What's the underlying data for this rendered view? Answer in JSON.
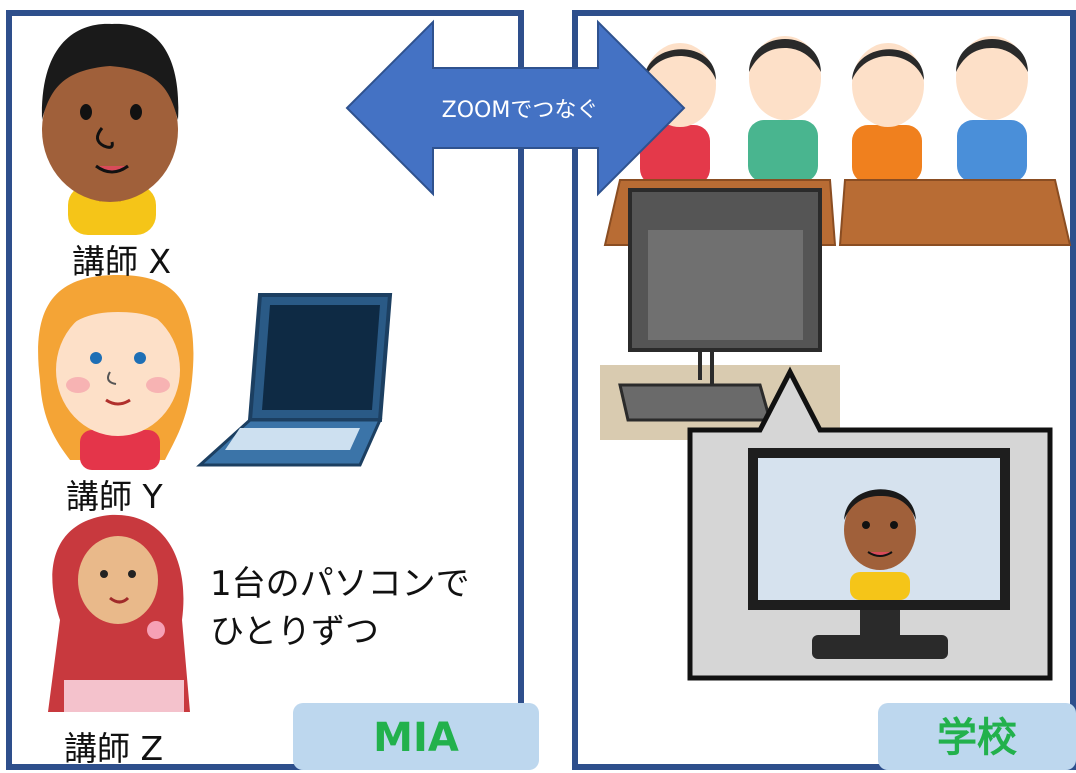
{
  "arrow_label": "ZOOMでつなぐ",
  "left_panel": {
    "tag": "MIA",
    "instructors": [
      "講師 X",
      "講師 Y",
      "講師 Z"
    ],
    "note_line1": "1台のパソコンで",
    "note_line2": "ひとりずつ"
  },
  "right_panel": {
    "tag": "学校"
  },
  "colors": {
    "border": "#2e4f8c",
    "arrow": "#4472c4",
    "tag_bg": "#bdd7ee",
    "tag_text": "#22b14c"
  }
}
